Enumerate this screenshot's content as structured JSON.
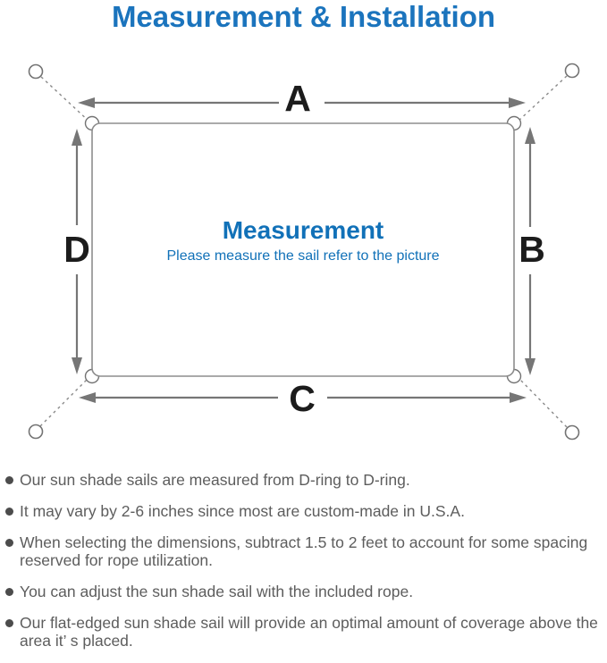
{
  "title": "Measurement & Installation",
  "diagram": {
    "labels": {
      "top": "A",
      "right": "B",
      "bottom": "C",
      "left": "D"
    },
    "center_title": "Measurement",
    "center_subtitle": "Please measure the sail refer to the picture"
  },
  "notes": [
    "Our sun shade sails are measured from D-ring to D-ring.",
    "It may vary by 2-6 inches since most are custom-made in U.S.A.",
    "When selecting the dimensions, subtract 1.5 to 2 feet to account for some spacing reserved for rope utilization.",
    "You can adjust the sun shade sail with the included rope.",
    "Our flat-edged sun shade sail will provide an optimal amount of coverage above the area it’ s placed."
  ],
  "colors": {
    "title_blue": "#1b74bd",
    "accent_blue": "#1171b8",
    "dim_letter": "#1c1c1c",
    "arrow_gray": "#767676",
    "sail_stroke": "#8d8d8d",
    "note_text": "#5d5d5d"
  }
}
